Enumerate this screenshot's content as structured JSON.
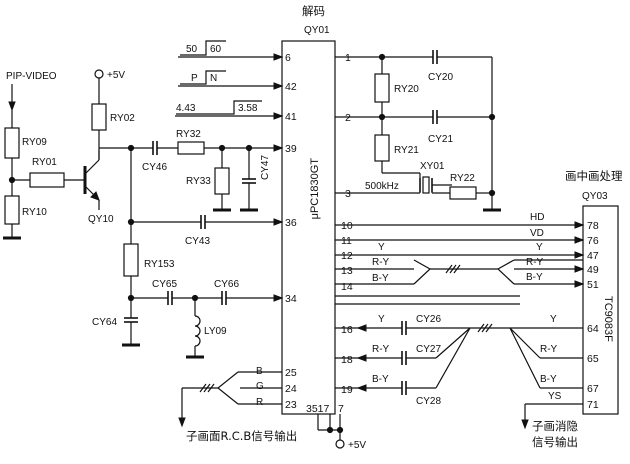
{
  "title": "解码",
  "ic_decoder": {
    "ref": "QY01",
    "part": "μPC1830GT"
  },
  "ic_pip": {
    "ref": "QY03",
    "part": "TC9083F",
    "title": "画中画处理"
  },
  "left_inputs": {
    "ntsc_50": "50",
    "ntsc_60": "60",
    "pal_p": "P",
    "pal_n": "N",
    "freq_443": "4.43",
    "freq_358": "3.58"
  },
  "labels": {
    "pip_video": "PIP-VIDEO",
    "plus5v_top": "+5V",
    "plus5v_bottom": "+5V",
    "rgb_output": "子画面R.C.B信号输出",
    "blank_output_line1": "子画消隐",
    "blank_output_line2": "信号输出",
    "crystal_freq": "500kHz"
  },
  "components": {
    "RY09": "RY09",
    "RY01": "RY01",
    "RY10": "RY10",
    "RY02": "RY02",
    "QY10": "QY10",
    "CY46": "CY46",
    "RY32": "RY32",
    "RY33": "RY33",
    "CY47": "CY47",
    "CY43": "CY43",
    "RY153": "RY153",
    "CY65": "CY65",
    "CY66": "CY66",
    "CY64": "CY64",
    "LY09": "LY09",
    "CY20": "CY20",
    "RY20": "RY20",
    "CY21": "CY21",
    "RY21": "RY21",
    "XY01": "XY01",
    "RY22": "RY22",
    "CY26": "CY26",
    "CY27": "CY27",
    "CY28": "CY28"
  },
  "decoder_pins": {
    "p6": "6",
    "p42": "42",
    "p41": "41",
    "p39": "39",
    "p36": "36",
    "p34": "34",
    "p25": "25",
    "p24": "24",
    "p23": "23",
    "p1": "1",
    "p2": "2",
    "p3": "3",
    "p10": "10",
    "p11": "11",
    "p12": "12",
    "p13": "13",
    "p14": "14",
    "p16": "16",
    "p18": "18",
    "p19": "19",
    "p3517": "3517",
    "p7": "7"
  },
  "pip_pins": {
    "p78": "78",
    "p76": "76",
    "p47": "47",
    "p49": "49",
    "p51": "51",
    "p64": "64",
    "p65": "65",
    "p67": "67",
    "p71": "71"
  },
  "signals": {
    "B": "B",
    "G": "G",
    "R": "R",
    "HD": "HD",
    "VD": "VD",
    "Y_12": "Y",
    "RY_13": "R-Y",
    "BY_13": "B-Y",
    "Y_47": "Y",
    "RY_49": "R-Y",
    "BY_51": "B-Y",
    "Y_16": "Y",
    "RY_18": "R-Y",
    "BY_19": "B-Y",
    "Y_64": "Y",
    "RY_65": "R-Y",
    "BY_67": "B-Y",
    "YS_71": "YS"
  }
}
